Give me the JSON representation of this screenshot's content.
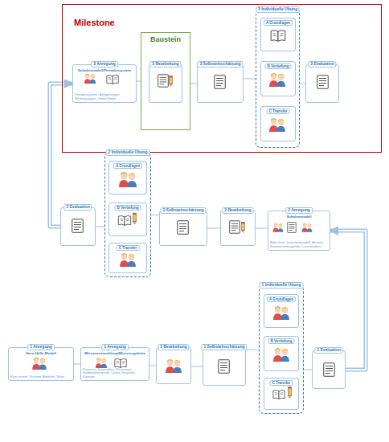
{
  "diagram": {
    "nodes": [
      {
        "text": [
          "Milestone"
        ]
      },
      {
        "text": [
          "3 Anregung",
          "Schalenmodell/Periodensystem",
          "Periodensystem / Anlagerungen, Wellengruppen, Orbital-Regel"
        ],
        "in": 0
      },
      {
        "text": [
          "Baustein"
        ],
        "in": 0
      },
      {
        "text": [
          "3 Bearbeitung"
        ],
        "in": 2
      },
      {
        "text": [
          "3 Selbsteinschätzung"
        ],
        "in": 0
      },
      {
        "text": [
          "3 Individuelle Übung"
        ],
        "in": 0
      },
      {
        "text": [
          "A Grundlagen"
        ],
        "in": 5
      },
      {
        "text": [
          "B Vertiefung"
        ],
        "in": 5
      },
      {
        "text": [
          "C Transfer"
        ],
        "in": 5
      },
      {
        "text": [
          "3 Evaluation"
        ],
        "in": 0
      },
      {
        "text": [
          "2 Evaluation"
        ]
      },
      {
        "text": [
          "2 Individuelle Übung"
        ]
      },
      {
        "text": [
          "A Grundlagen"
        ],
        "in": 11
      },
      {
        "text": [
          "B Vertiefung"
        ],
        "in": 11
      },
      {
        "text": [
          "C Transfer"
        ],
        "in": 11
      },
      {
        "text": [
          "2 Selbsteinschätzung"
        ]
      },
      {
        "text": [
          "2 Bearbeitung"
        ]
      },
      {
        "text": [
          "2 Anregung",
          "Schalenmodell",
          "Bildschirm, Verhaltensmodell, Aktivität, Konzentrationsgefälle, Linie prädiktiv"
        ]
      },
      {
        "text": [
          "1 Anregung",
          "Hero-Hülle-Modell",
          "Kern vereint, Visionen, Alterhilfe, Wave"
        ]
      },
      {
        "text": [
          "1 Anregung",
          "Wissensvermittlung/Wissensgebiete",
          "Prozesse, Kennzahlen, Wissensart, Kombinationspunkt, Online-Gespräch, Vorträge"
        ]
      },
      {
        "text": [
          "1 Bearbeitung"
        ]
      },
      {
        "text": [
          "1 Selbsteinschätzung"
        ]
      },
      {
        "text": [
          "1 Individuelle Übung"
        ]
      },
      {
        "text": [
          "A Grundlagen"
        ],
        "in": 22
      },
      {
        "text": [
          "B Vertiefung"
        ],
        "in": 22
      },
      {
        "text": [
          "C Transfer"
        ],
        "in": 22
      },
      {
        "text": [
          "1 Evaluation"
        ]
      }
    ],
    "edges": [
      {
        "from": 18,
        "to": 19,
        "arrow": "none"
      },
      {
        "from": 19,
        "to": 20,
        "arrow": "none"
      },
      {
        "from": 20,
        "to": 21,
        "arrow": "none"
      },
      {
        "from": 21,
        "to": 22,
        "arrow": "none"
      },
      {
        "from": 22,
        "to": 26,
        "arrow": "none"
      },
      {
        "from": 26,
        "to": 17,
        "arrow": "to"
      },
      {
        "from": 17,
        "to": 16,
        "arrow": "none"
      },
      {
        "from": 16,
        "to": 15,
        "arrow": "none"
      },
      {
        "from": 15,
        "to": 11,
        "arrow": "none"
      },
      {
        "from": 11,
        "to": 10,
        "arrow": "none"
      },
      {
        "from": 10,
        "to": 1,
        "arrow": "to"
      },
      {
        "from": 1,
        "to": 2,
        "arrow": "none"
      },
      {
        "from": 2,
        "to": 4,
        "arrow": "none"
      },
      {
        "from": 4,
        "to": 5,
        "arrow": "none"
      },
      {
        "from": 5,
        "to": 9,
        "arrow": "none"
      }
    ]
  }
}
